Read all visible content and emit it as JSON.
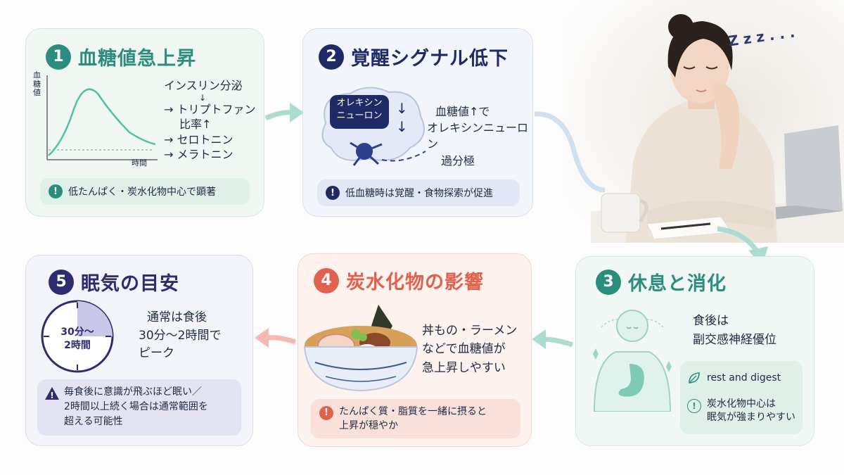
{
  "colors": {
    "teal": "#2a8d7e",
    "navy": "#1d2a66",
    "coral": "#e0614d",
    "purple": "#2e2c6e",
    "curve": "#4cc3a6"
  },
  "card1": {
    "number": "1",
    "title": "血糖値急上昇",
    "ylabel": "血糖値",
    "xlabel": "時間",
    "cascade": [
      "インスリン分泌",
      "↓",
      "→ トリプトファン",
      "比率↑",
      "→ セロトニン",
      "→ メラトニン"
    ],
    "note": "低たんぱく・炭水化物中心で顕著"
  },
  "card2": {
    "number": "2",
    "title": "覚醒シグナル低下",
    "badge_line1": "オレキシン",
    "badge_line2": "ニューロン",
    "text": [
      "血糖値↑で",
      "オレキシンニューロン",
      "過分極"
    ],
    "note": "低血糖時は覚醒・食物探索が促進"
  },
  "card3": {
    "number": "3",
    "title": "休息と消化",
    "text": [
      "食後は",
      "副交感神経優位"
    ],
    "leaf_label": "rest and digest",
    "note_line1": "炭水化物中心は",
    "note_line2": "眠気が強まりやすい"
  },
  "card4": {
    "number": "4",
    "title": "炭水化物の影響",
    "text": [
      "丼もの・ラーメン",
      "などで血糖値が",
      "急上昇しやすい"
    ],
    "note_line1": "たんぱく質・脂質を一緒に摂ると",
    "note_line2": "上昇が穏やか"
  },
  "card5": {
    "number": "5",
    "title": "眠気の目安",
    "clock_line1": "30分～",
    "clock_line2": "2時間",
    "text": [
      "通常は食後",
      "30分～2時間で",
      "ピーク"
    ],
    "note": [
      "毎食後に意識が飛ぶほど眠い／",
      "2時間以上続く場合は通常範囲を",
      "超える可能性"
    ]
  },
  "photo": {
    "zzz": "Z z z . . ."
  }
}
